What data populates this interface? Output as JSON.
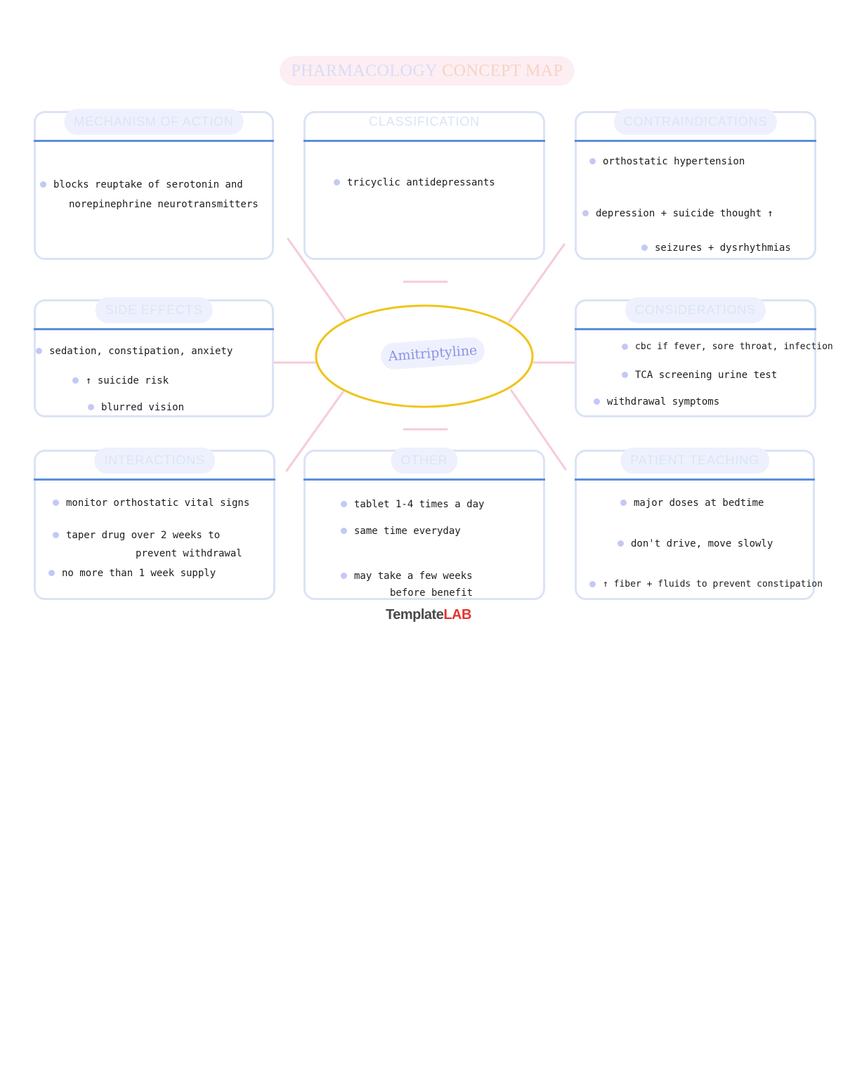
{
  "title": {
    "part1": "PHARMACOLOGY",
    "part2": "CONCEPT MAP"
  },
  "center": {
    "label": "Amitriptyline"
  },
  "cards": {
    "mechanism": {
      "heading": "MECHANISM OF ACTION",
      "items": [
        "blocks reuptake of serotonin and",
        "norepinephrine neurotransmitters"
      ]
    },
    "classification": {
      "heading": "CLASSIFICATION",
      "items": [
        "tricyclic antidepressants"
      ]
    },
    "contraindications": {
      "heading": "CONTRAINDICATIONS",
      "items": [
        "orthostatic hypertension",
        "depression + suicide thought ↑",
        "seizures + dysrhythmias"
      ]
    },
    "side_effects": {
      "heading": "SIDE EFFECTS",
      "items": [
        "sedation, constipation, anxiety",
        "↑ suicide risk",
        "blurred vision"
      ]
    },
    "considerations": {
      "heading": "CONSIDERATIONS",
      "items": [
        "cbc if fever, sore throat, infection",
        "TCA screening urine test",
        "withdrawal symptoms"
      ]
    },
    "interactions": {
      "heading": "INTERACTIONS",
      "items": [
        "monitor orthostatic vital signs",
        "taper drug over 2 weeks to",
        "prevent withdrawal",
        "no more than 1 week supply"
      ]
    },
    "other": {
      "heading": "OTHER",
      "items": [
        "tablet 1-4 times a day",
        "same time everyday",
        "may take a few weeks",
        "before benefit"
      ]
    },
    "patient_teaching": {
      "heading": "PATIENT TEACHING",
      "items": [
        "major doses at bedtime",
        "don't drive, move slowly",
        "↑ fiber + fluids to prevent constipation"
      ]
    }
  },
  "logo": {
    "part1": "Template",
    "part2": "LAB"
  },
  "colors": {
    "connector": "#f7cadb",
    "ellipse": "#f0c419",
    "rule": "#5b8fd6",
    "bullet": "#c3c8f6"
  }
}
